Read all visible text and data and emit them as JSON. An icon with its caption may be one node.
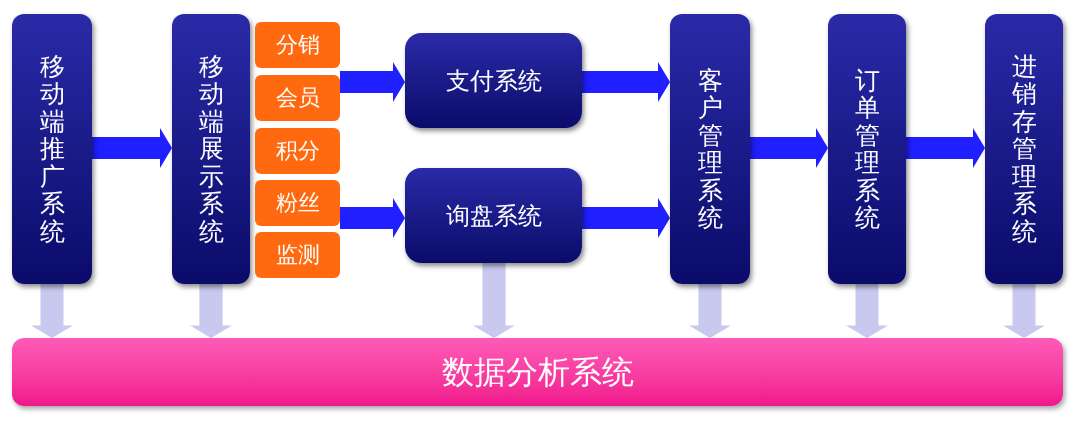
{
  "diagram": {
    "nodes": [
      {
        "text": [
          "移动端推广系统"
        ]
      },
      {
        "text": [
          "移动端展示系统"
        ]
      },
      {
        "text": [
          "分销"
        ]
      },
      {
        "text": [
          "会员"
        ]
      },
      {
        "text": [
          "积分"
        ]
      },
      {
        "text": [
          "粉丝"
        ]
      },
      {
        "text": [
          "监测"
        ]
      },
      {
        "text": [
          "支付系统"
        ]
      },
      {
        "text": [
          "询盘系统"
        ]
      },
      {
        "text": [
          "客户管理系统"
        ]
      },
      {
        "text": [
          "订单管理系统"
        ]
      },
      {
        "text": [
          "进销存管理系统"
        ]
      },
      {
        "text": [
          "数据分析系统"
        ]
      }
    ],
    "edges": [
      {
        "from": 0,
        "to": 1,
        "arrow": "to"
      },
      {
        "from": 3,
        "to": 7,
        "arrow": "to"
      },
      {
        "from": 5,
        "to": 8,
        "arrow": "to"
      },
      {
        "from": 7,
        "to": 9,
        "arrow": "to"
      },
      {
        "from": 8,
        "to": 9,
        "arrow": "to"
      },
      {
        "from": 9,
        "to": 10,
        "arrow": "to"
      },
      {
        "from": 10,
        "to": 11,
        "arrow": "to"
      },
      {
        "from": 0,
        "to": 12,
        "arrow": "to",
        "color": "#c9c9ef"
      },
      {
        "from": 1,
        "to": 12,
        "arrow": "to",
        "color": "#c9c9ef"
      },
      {
        "from": 8,
        "to": 12,
        "arrow": "to",
        "color": "#c9c9ef"
      },
      {
        "from": 9,
        "to": 12,
        "arrow": "to",
        "color": "#c9c9ef"
      },
      {
        "from": 10,
        "to": 12,
        "arrow": "to",
        "color": "#c9c9ef"
      },
      {
        "from": 11,
        "to": 12,
        "arrow": "to",
        "color": "#c9c9ef"
      }
    ]
  }
}
